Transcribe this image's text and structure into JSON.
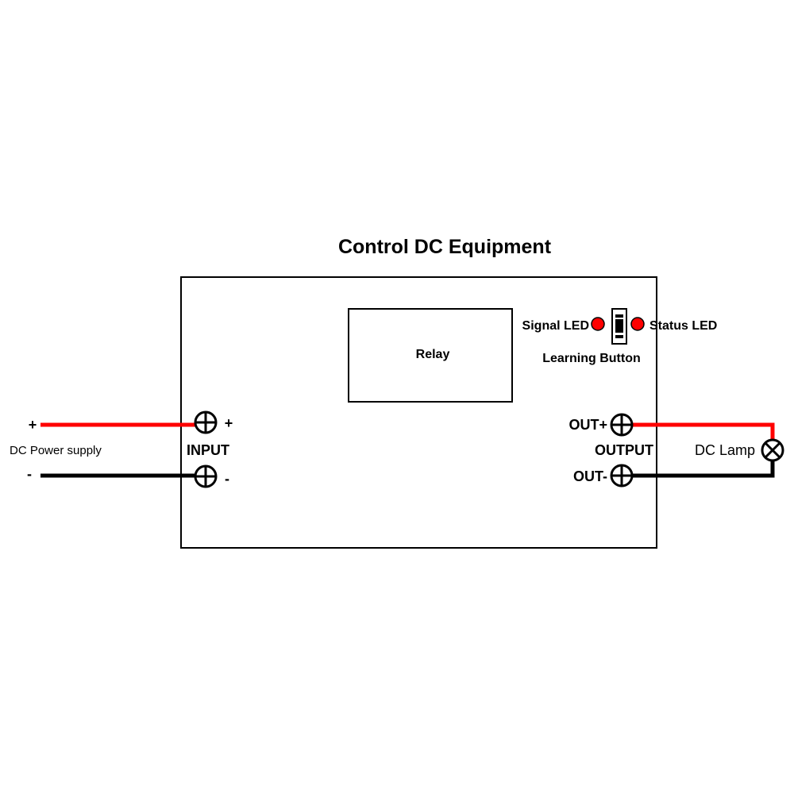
{
  "title": "Control DC Equipment",
  "device": {
    "relay_label": "Relay",
    "signal_led_label": "Signal LED",
    "status_led_label": "Status LED",
    "learning_button_label": "Learning Button",
    "led_color": "#ff0000"
  },
  "input": {
    "label": "INPUT",
    "plus_terminal": "+",
    "minus_terminal": "-"
  },
  "output": {
    "label": "OUTPUT",
    "plus_terminal": "OUT+",
    "minus_terminal": "OUT-"
  },
  "power_supply": {
    "label": "DC Power supply",
    "plus": "+",
    "minus": "-"
  },
  "load": {
    "label": "DC Lamp"
  },
  "wires": {
    "positive_color": "#ff0000",
    "negative_color": "#000000"
  }
}
